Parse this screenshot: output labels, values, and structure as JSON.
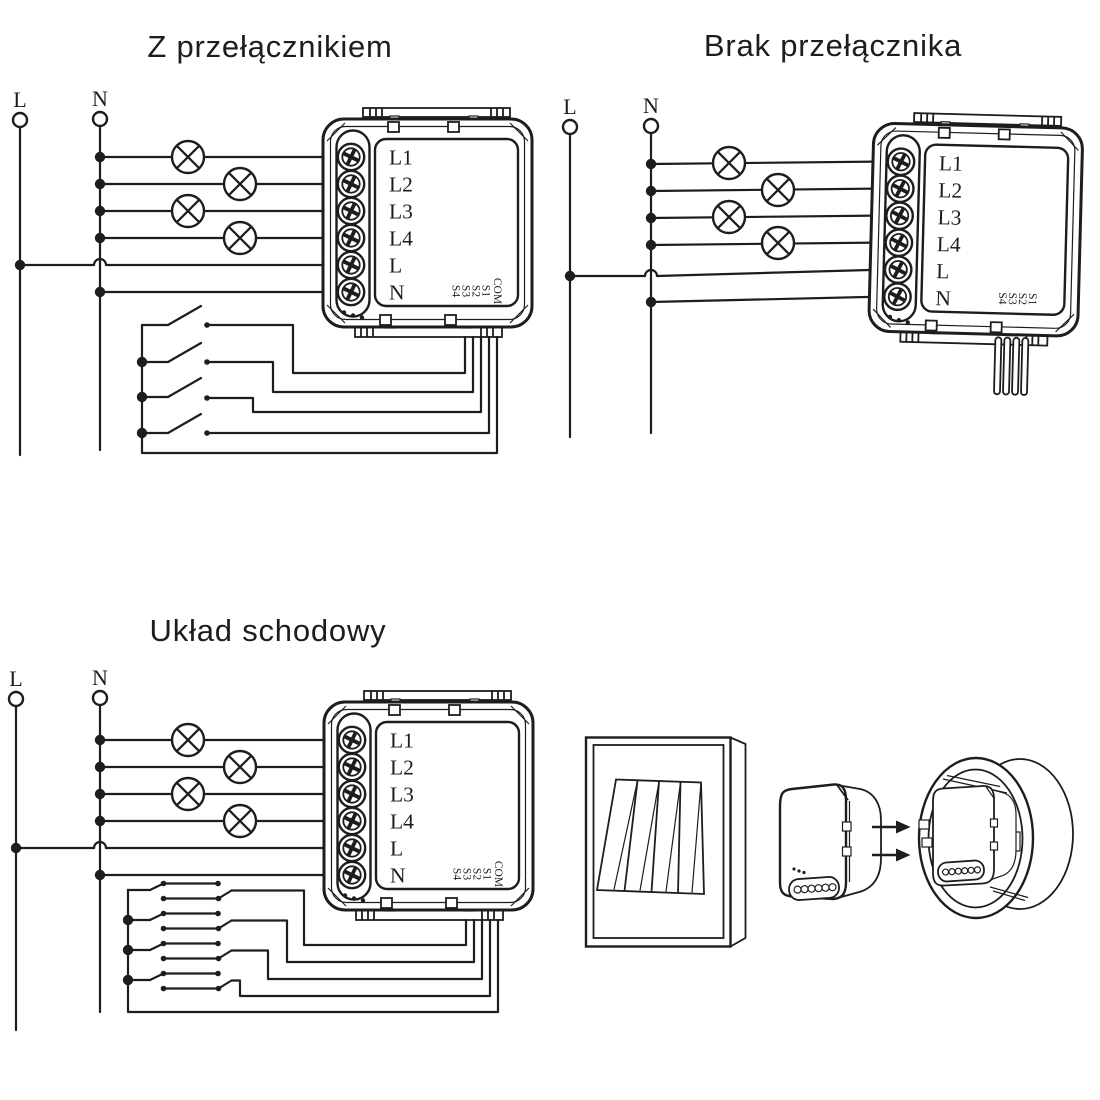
{
  "colors": {
    "ink": "#1d1d1d",
    "background": "#ffffff"
  },
  "diagrams": {
    "with_switch": {
      "title": "Z przełącznikiem"
    },
    "no_switch": {
      "title": "Brak przełącznika"
    },
    "staircase": {
      "title": "Układ schodowy"
    }
  },
  "mains": {
    "live": "L",
    "neutral": "N"
  },
  "module": {
    "terminals": [
      "L1",
      "L2",
      "L3",
      "L4",
      "L",
      "N"
    ],
    "signal_full": [
      "S4",
      "S3",
      "S2",
      "S1",
      "COM"
    ],
    "signal_short": [
      "S4",
      "S3",
      "S2",
      "S1"
    ]
  }
}
